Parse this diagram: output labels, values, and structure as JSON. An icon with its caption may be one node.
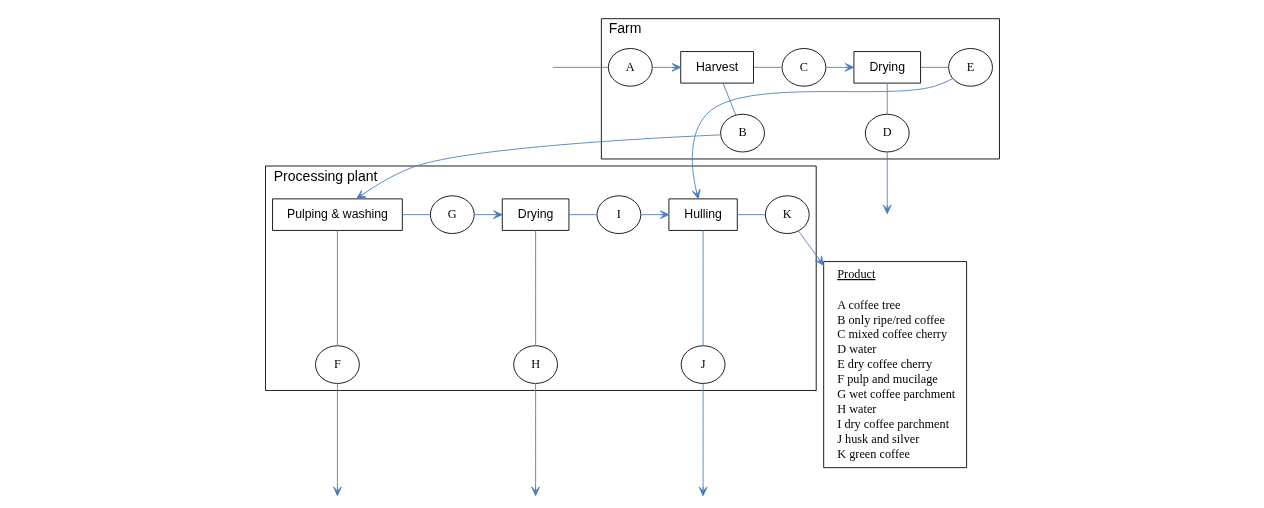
{
  "diagram": {
    "nodes": [
      {
        "text": [
          "Farm"
        ]
      },
      {
        "text": [
          "A"
        ],
        "in": 0
      },
      {
        "text": [
          "Harvest"
        ],
        "in": 0
      },
      {
        "text": [
          "B"
        ],
        "in": 0
      },
      {
        "text": [
          "C"
        ],
        "in": 0
      },
      {
        "text": [
          "Drying"
        ],
        "in": 0
      },
      {
        "text": [
          "D"
        ],
        "in": 0
      },
      {
        "text": [
          "E"
        ],
        "in": 0
      },
      {
        "text": [
          "Processing plant"
        ]
      },
      {
        "text": [
          "Pulping & washing"
        ],
        "in": 8
      },
      {
        "text": [
          "F"
        ],
        "in": 8
      },
      {
        "text": [
          "G"
        ],
        "in": 8
      },
      {
        "text": [
          "Drying"
        ],
        "in": 8
      },
      {
        "text": [
          "H"
        ],
        "in": 8
      },
      {
        "text": [
          "I"
        ],
        "in": 8
      },
      {
        "text": [
          "Hulling"
        ],
        "in": 8
      },
      {
        "text": [
          "J"
        ],
        "in": 8
      },
      {
        "text": [
          "K"
        ],
        "in": 8
      },
      {
        "text": [
          "Product",
          "A coffee tree",
          "B only ripe/red coffee",
          "C mixed coffee cherry",
          "D water",
          "E dry coffee cherry",
          "F pulp and mucilage",
          "G wet coffee parchment",
          "H water",
          "I dry coffee parchment",
          "J husk and silver",
          "K green coffee"
        ]
      }
    ],
    "edges": [
      {
        "from": null,
        "to": 1,
        "arrow": "none"
      },
      {
        "from": 1,
        "to": 2,
        "arrow": "to"
      },
      {
        "from": 2,
        "to": 3,
        "arrow": "none"
      },
      {
        "from": 3,
        "to": 9,
        "arrow": "to"
      },
      {
        "from": 2,
        "to": 4,
        "arrow": "none"
      },
      {
        "from": 4,
        "to": 5,
        "arrow": "to"
      },
      {
        "from": 5,
        "to": 6,
        "arrow": "none"
      },
      {
        "from": 6,
        "to": null,
        "arrow": "to"
      },
      {
        "from": 5,
        "to": 7,
        "arrow": "none"
      },
      {
        "from": 7,
        "to": 15,
        "arrow": "to"
      },
      {
        "from": 9,
        "to": 11,
        "arrow": "none"
      },
      {
        "from": 11,
        "to": 12,
        "arrow": "to"
      },
      {
        "from": 9,
        "to": 10,
        "arrow": "none"
      },
      {
        "from": 10,
        "to": null,
        "arrow": "to"
      },
      {
        "from": 12,
        "to": 13,
        "arrow": "none"
      },
      {
        "from": 13,
        "to": null,
        "arrow": "to"
      },
      {
        "from": 12,
        "to": 14,
        "arrow": "none"
      },
      {
        "from": 14,
        "to": 15,
        "arrow": "to"
      },
      {
        "from": 15,
        "to": 16,
        "arrow": "none"
      },
      {
        "from": 16,
        "to": null,
        "arrow": "to"
      },
      {
        "from": 15,
        "to": 17,
        "arrow": "none"
      },
      {
        "from": 17,
        "to": 18,
        "arrow": "to"
      }
    ]
  }
}
